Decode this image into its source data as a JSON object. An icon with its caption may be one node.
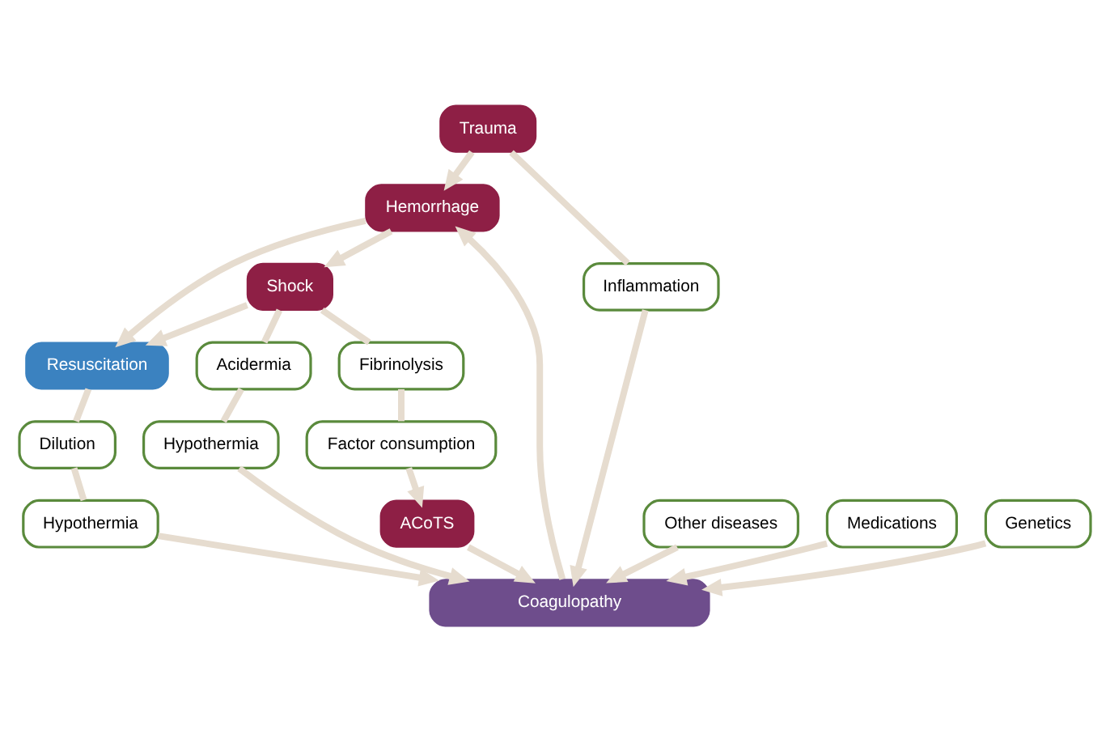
{
  "diagram": {
    "nodes": [
      {
        "text": [
          "Trauma"
        ]
      },
      {
        "text": [
          "Hemorrhage"
        ]
      },
      {
        "text": [
          "Resuscitation"
        ]
      },
      {
        "text": [
          "Shock"
        ]
      },
      {
        "text": [
          "Inflammation"
        ]
      },
      {
        "text": [
          "Other diseases"
        ]
      },
      {
        "text": [
          "Medications"
        ]
      },
      {
        "text": [
          "Genetics"
        ]
      },
      {
        "text": [
          "Dilution"
        ]
      },
      {
        "text": [
          "Hypothermia"
        ]
      },
      {
        "text": [
          "Acidermia"
        ]
      },
      {
        "text": [
          "Hypothermia"
        ]
      },
      {
        "text": [
          "Fibrinolysis"
        ]
      },
      {
        "text": [
          "Factor consumption"
        ]
      },
      {
        "text": [
          "Coagulopathy"
        ]
      },
      {
        "text": [
          "ACoTS"
        ]
      }
    ],
    "edges": [
      {
        "from": 0,
        "to": 1,
        "arrow": "to"
      },
      {
        "from": 1,
        "to": 2,
        "arrow": "to"
      },
      {
        "from": 1,
        "to": 3,
        "arrow": "to"
      },
      {
        "from": 3,
        "to": 2,
        "arrow": "to"
      },
      {
        "from": 0,
        "to": 4,
        "arrow": "none"
      },
      {
        "from": 4,
        "to": 14,
        "arrow": "to"
      },
      {
        "from": 5,
        "to": 14,
        "arrow": "to"
      },
      {
        "from": 6,
        "to": 14,
        "arrow": "to"
      },
      {
        "from": 7,
        "to": 14,
        "arrow": "to"
      },
      {
        "from": 2,
        "to": 8,
        "arrow": "none"
      },
      {
        "from": 8,
        "to": 9,
        "arrow": "none"
      },
      {
        "from": 9,
        "to": 14,
        "arrow": "to"
      },
      {
        "from": 3,
        "to": 10,
        "arrow": "none"
      },
      {
        "from": 10,
        "to": 11,
        "arrow": "none"
      },
      {
        "from": 11,
        "to": 14,
        "arrow": "to"
      },
      {
        "from": 3,
        "to": 12,
        "arrow": "none"
      },
      {
        "from": 12,
        "to": 13,
        "arrow": "none"
      },
      {
        "from": 13,
        "to": 15,
        "arrow": "to"
      },
      {
        "from": 15,
        "to": 14,
        "arrow": "to"
      },
      {
        "from": 14,
        "to": 1,
        "arrow": "to"
      }
    ]
  }
}
